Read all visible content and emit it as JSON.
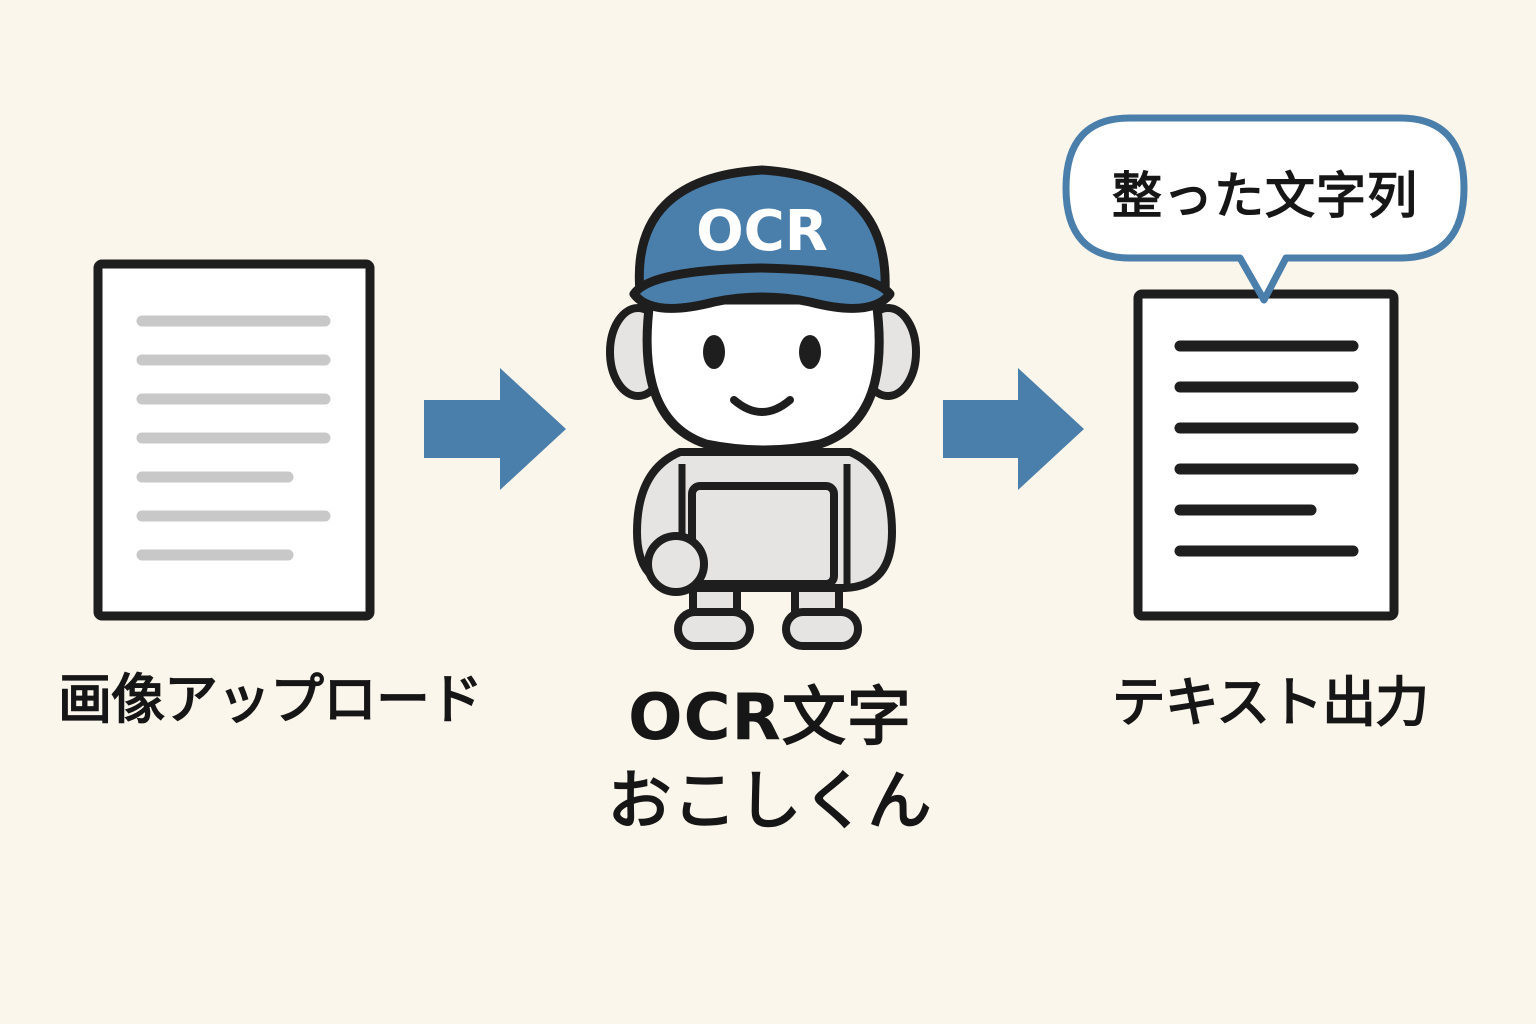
{
  "steps": {
    "upload": {
      "label": "画像アップロード"
    },
    "character": {
      "cap_text": "OCR",
      "name_line1": "OCR文字",
      "name_line2": "おこしくん"
    },
    "output": {
      "label": "テキスト出力",
      "bubble_text": "整った文字列"
    }
  },
  "colors": {
    "background": "#fbf6ec",
    "accent_blue": "#4a7eab",
    "outline": "#1e1e1e",
    "input_text_lines": "#c8c8c8",
    "output_text_lines": "#1e1e1e"
  },
  "icons": [
    "input-document-icon",
    "arrow-right-icon",
    "ocr-robot-character",
    "output-document-icon",
    "speech-bubble-icon"
  ]
}
